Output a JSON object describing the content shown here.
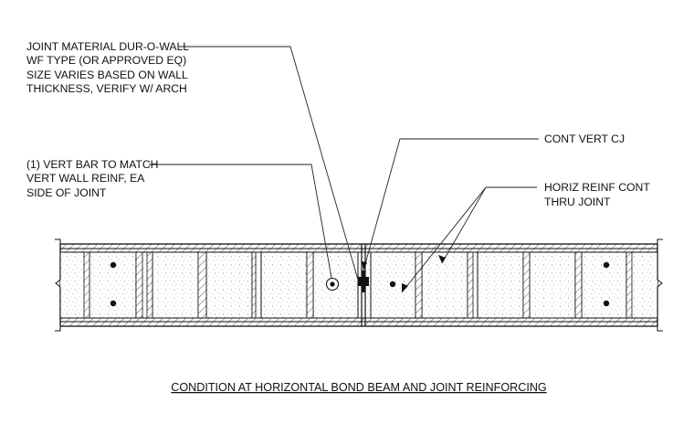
{
  "notes": {
    "joint_material": [
      "JOINT MATERIAL DUR-O-WALL",
      "WF TYPE (OR APPROVED EQ)",
      "SIZE VARIES BASED ON WALL",
      "THICKNESS, VERIFY W/ ARCH"
    ],
    "vert_bar": [
      "(1) VERT BAR TO MATCH",
      "VERT WALL REINF, EA",
      "SIDE OF JOINT"
    ],
    "cont_vert_cj": [
      "CONT VERT CJ"
    ],
    "horiz_reinf": [
      "HORIZ REINF CONT",
      "THRU JOINT"
    ]
  },
  "title": "CONDITION AT HORIZONTAL BOND BEAM AND JOINT REINFORCING"
}
